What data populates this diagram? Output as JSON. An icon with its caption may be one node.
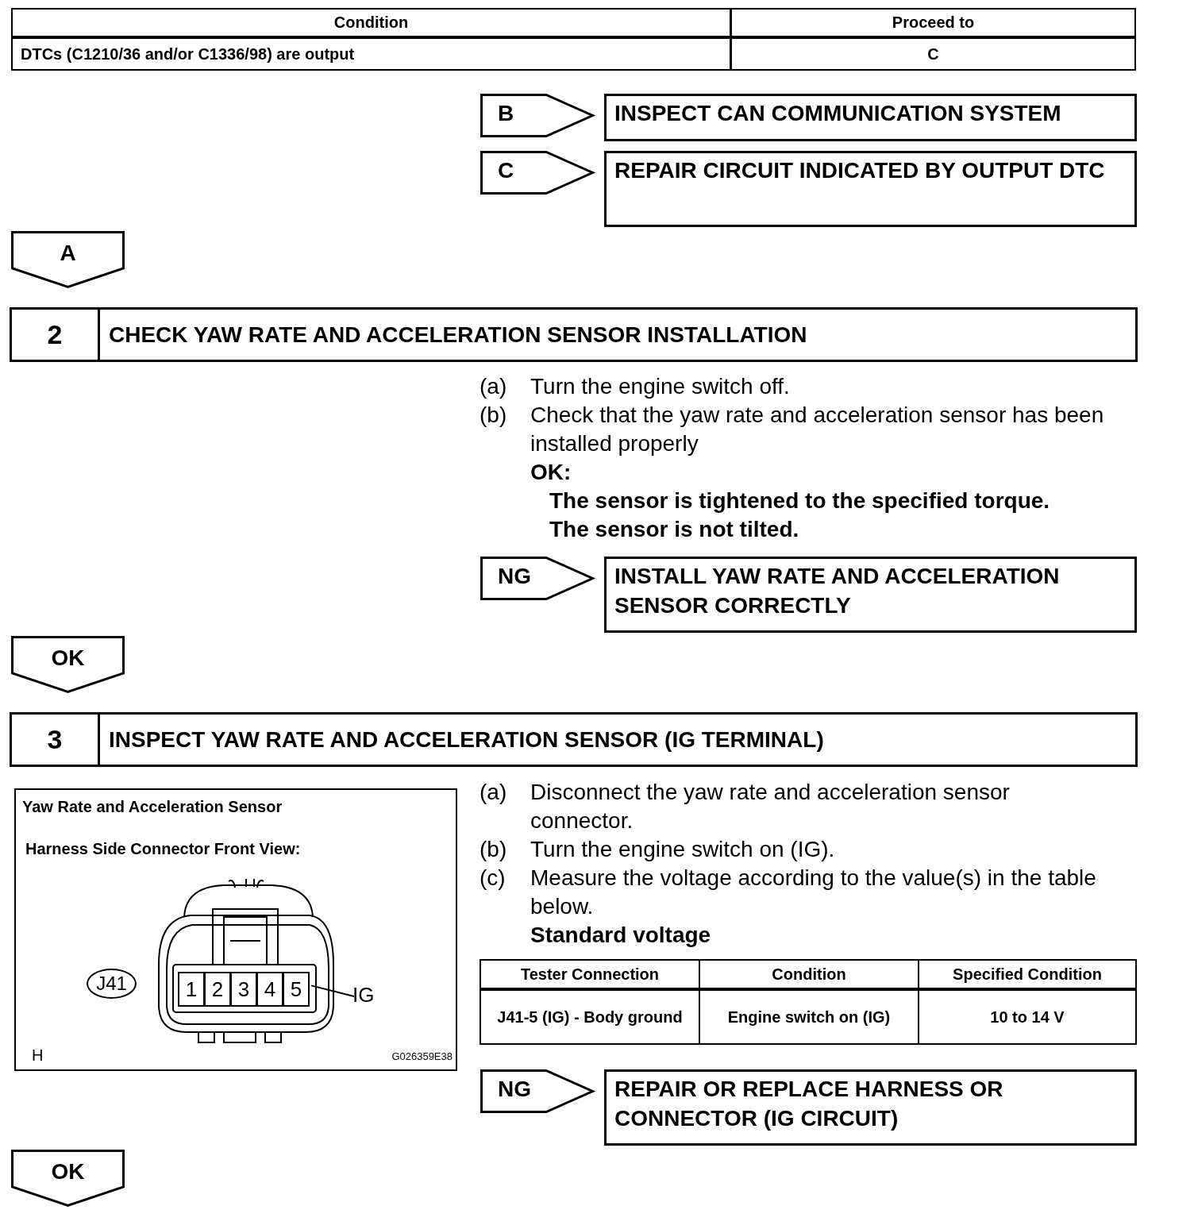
{
  "diagram": {
    "nodes": [
      {
        "text": [
          "B"
        ]
      },
      {
        "text": [
          "INSPECT CAN COMMUNICATION SYSTEM"
        ]
      },
      {
        "text": [
          "C"
        ]
      },
      {
        "text": [
          "REPAIR CIRCUIT INDICATED BY OUTPUT DTC"
        ]
      },
      {
        "text": [
          "A"
        ]
      },
      {
        "text": [
          "2",
          "CHECK YAW RATE AND ACCELERATION SENSOR INSTALLATION"
        ]
      },
      {
        "text": [
          "NG"
        ]
      },
      {
        "text": [
          "INSTALL YAW RATE AND ACCELERATION SENSOR CORRECTLY"
        ]
      },
      {
        "text": [
          "OK"
        ]
      },
      {
        "text": [
          "3",
          "INSPECT YAW RATE AND ACCELERATION SENSOR (IG TERMINAL)"
        ]
      },
      {
        "text": [
          "Yaw Rate and Acceleration Sensor",
          "Harness Side Connector Front View:"
        ]
      },
      {
        "text": [
          "J41"
        ],
        "in": 10
      },
      {
        "text": [
          "1"
        ],
        "in": 10
      },
      {
        "text": [
          "2"
        ],
        "in": 10
      },
      {
        "text": [
          "3"
        ],
        "in": 10
      },
      {
        "text": [
          "4"
        ],
        "in": 10
      },
      {
        "text": [
          "5"
        ],
        "in": 10
      },
      {
        "text": [
          "IG"
        ],
        "in": 10
      },
      {
        "text": [
          "NG"
        ]
      },
      {
        "text": [
          "REPAIR OR REPLACE HARNESS OR CONNECTOR (IG CIRCUIT)"
        ]
      },
      {
        "text": [
          "OK"
        ]
      }
    ],
    "edges": [
      {
        "from": 17,
        "to": 16,
        "arrow": "none"
      }
    ],
    "labels": [
      "Condition",
      "Proceed to",
      "DTCs (C1210/36 and/or C1336/98) are output",
      "C",
      "(a)",
      "Turn the engine switch off.",
      "(b)",
      "Check that the yaw rate and acceleration sensor has been installed properly",
      "OK:",
      "The sensor is tightened to the specified torque.",
      "The sensor is not tilted.",
      "(a)",
      "Disconnect the yaw rate and acceleration sensor connector.",
      "(b)",
      "Turn the engine switch on (IG).",
      "(c)",
      "Measure the voltage according to the value(s) in the table below.",
      "Standard voltage",
      "Tester Connection",
      "Condition",
      "Specified Condition",
      "J41-5 (IG) - Body ground",
      "Engine switch on (IG)",
      "10 to 14 V",
      "H",
      "G026359E38"
    ]
  }
}
